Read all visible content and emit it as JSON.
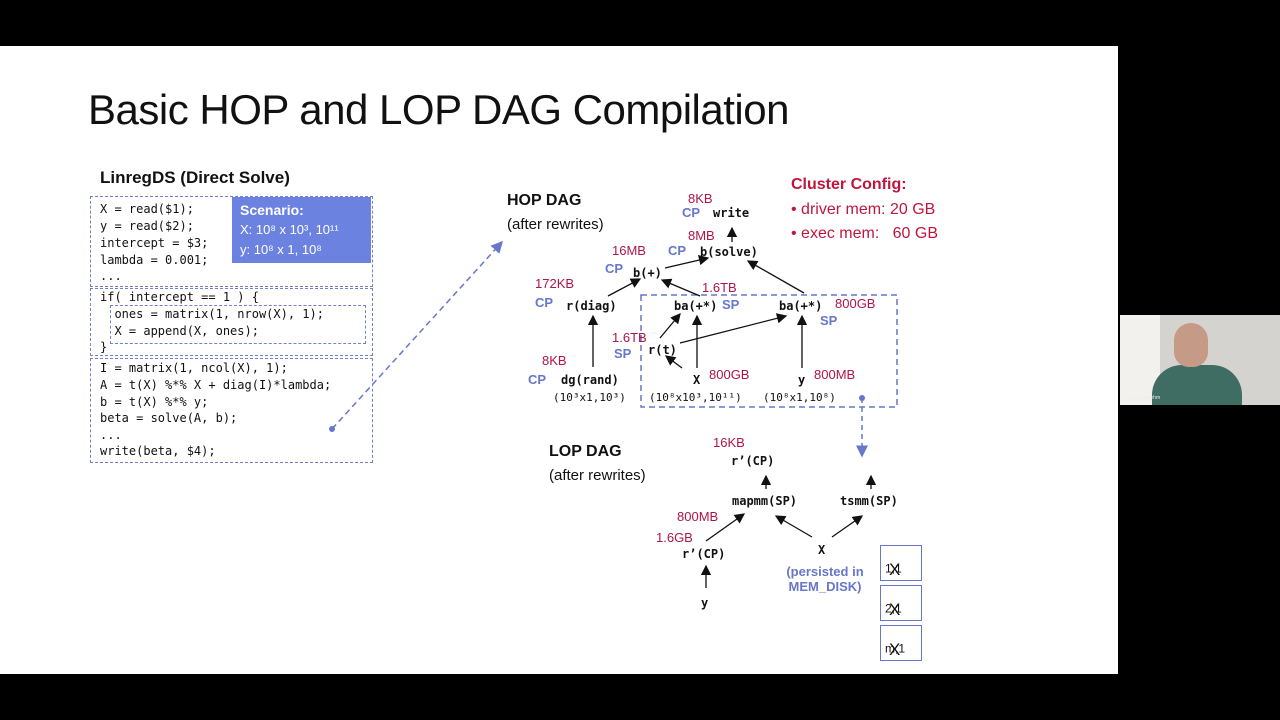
{
  "slide": {
    "title": "Basic HOP and LOP DAG Compilation",
    "section_title": "LinregDS (Direct Solve)"
  },
  "code": {
    "block1": [
      "X = read($1);",
      "y = read($2);",
      "intercept = $3;",
      "lambda = 0.001;",
      "..."
    ],
    "block2": [
      "if( intercept == 1 ) {",
      "  ones = matrix(1, nrow(X), 1);",
      "  X = append(X, ones);",
      "}"
    ],
    "block3": [
      "I = matrix(1, ncol(X), 1);",
      "A = t(X) %*% X + diag(I)*lambda;",
      "b = t(X) %*% y;",
      "beta = solve(A, b);",
      "...",
      "write(beta, $4);"
    ]
  },
  "scenario": {
    "title": "Scenario:",
    "line1": "X: 10⁸ x 10³, 10¹¹",
    "line2": "y: 10⁸ x 1, 10⁸"
  },
  "hop_dag": {
    "title": "HOP DAG",
    "subtitle": "(after rewrites)",
    "nodes": {
      "write": "write",
      "solve": "b(solve)",
      "bplus": "b(+)",
      "rdiag": "r(diag)",
      "ba1": "ba(+*)",
      "ba2": "ba(+*)",
      "rt": "r(t)",
      "dg": "dg(rand)",
      "x": "X",
      "y": "y"
    },
    "mems": {
      "write": "8KB",
      "solve": "8MB",
      "bplus": "16MB",
      "rdiag": "172KB",
      "ba1": "1.6TB",
      "ba2": "800GB",
      "rt": "1.6TB",
      "dg": "8KB",
      "x": "800GB",
      "y": "800MB"
    },
    "execs": {
      "write": "CP",
      "solve": "CP",
      "bplus": "CP",
      "rdiag": "CP",
      "ba1": "SP",
      "ba2": "SP",
      "rt": "SP",
      "dg": "CP"
    },
    "dims": {
      "dg": "(10³x1,10³)",
      "x": "(10⁸x10³,10¹¹)",
      "y": "(10⁸x1,10⁸)"
    }
  },
  "cluster": {
    "title": "Cluster Config:",
    "driver": "• driver mem: 20 GB",
    "exec": "• exec mem:   60 GB"
  },
  "lop_dag": {
    "title": "LOP DAG",
    "subtitle": "(after rewrites)",
    "nodes": {
      "r_top": "r’(CP)",
      "mapmm": "mapmm(SP)",
      "tsmm": "tsmm(SP)",
      "r_bot": "r’(CP)",
      "x": "X",
      "y": "y"
    },
    "mems": {
      "r_top": "16KB",
      "mapmm": "800MB",
      "r_bot": "1.6GB"
    },
    "persisted": "(persisted in MEM_DISK)",
    "blocks": [
      {
        "base": "X",
        "sub": "1,1"
      },
      {
        "base": "X",
        "sub": "2,1"
      },
      {
        "base": "X",
        "sub": "m,1"
      }
    ]
  },
  "webcam": {
    "name": "Matthias Boehm"
  },
  "colors": {
    "accent_blue": "#6677cc",
    "memory_red": "#b01548",
    "scenario_bg": "#6c82e0",
    "cluster_red": "#c0163e"
  }
}
